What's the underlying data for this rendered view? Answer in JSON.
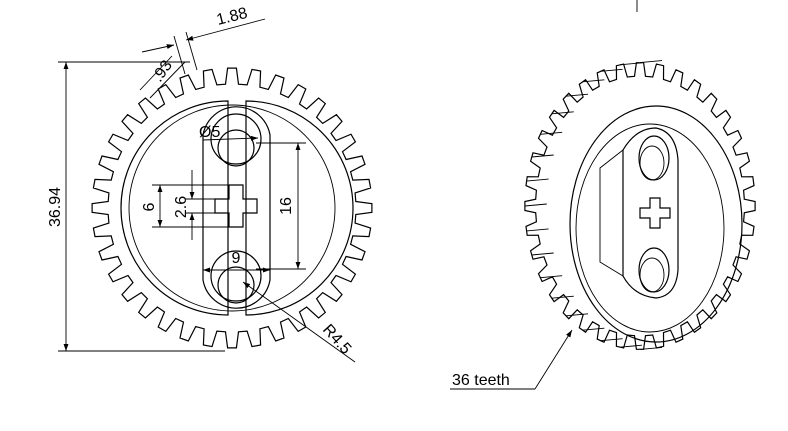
{
  "drawing": {
    "dimensions": {
      "overall_diameter": "36.94",
      "tooth_width": "1.88",
      "tooth_depth": ".93",
      "hole_diameter": "Ø5",
      "hole_spacing": "16",
      "axle_outer": "6",
      "axle_inner": "2.6",
      "slot_width": "9",
      "end_radius": "R4.5"
    },
    "callout": {
      "teeth_label": "36 teeth"
    },
    "gear": {
      "teeth_count": 36
    }
  }
}
